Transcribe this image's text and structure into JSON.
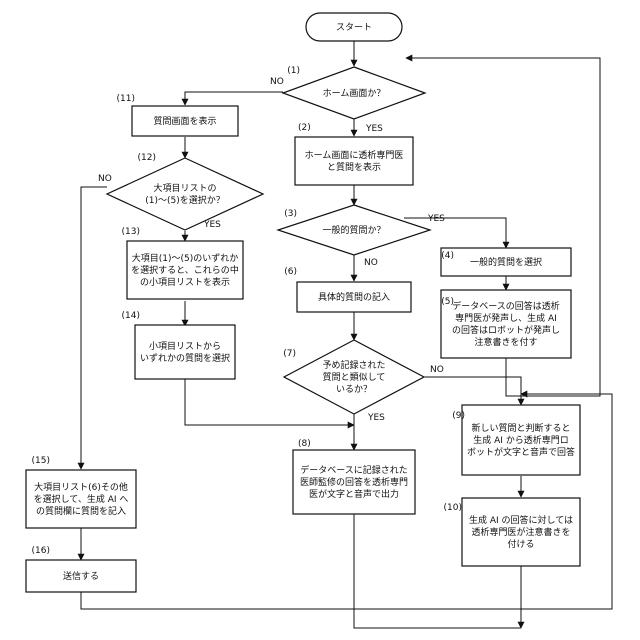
{
  "flowchart": {
    "nodes": [
      {
        "id": "start",
        "type": "terminal",
        "number": "",
        "lines": [
          "スタート"
        ]
      },
      {
        "id": "n1",
        "type": "decision",
        "number": "(1)",
        "lines": [
          "ホーム画面か？"
        ]
      },
      {
        "id": "n2",
        "type": "process",
        "number": "(2)",
        "lines": [
          "ホーム画面に透析専門医",
          "と質問を表示"
        ]
      },
      {
        "id": "n3",
        "type": "decision",
        "number": "(3)",
        "lines": [
          "一般的質問か？"
        ]
      },
      {
        "id": "n4",
        "type": "process",
        "number": "(4)",
        "lines": [
          "一般的質問を選択"
        ]
      },
      {
        "id": "n5",
        "type": "process",
        "number": "(5)",
        "lines": [
          "データベースの回答は透析",
          "専門医が発声し、生成 AI",
          "の回答はロボットが発声し",
          "注意書きを付す"
        ]
      },
      {
        "id": "n6",
        "type": "process",
        "number": "(6)",
        "lines": [
          "具体的質問の記入"
        ]
      },
      {
        "id": "n7",
        "type": "decision",
        "number": "(7)",
        "lines": [
          "予め記録された",
          "質問と類似して",
          "いるか？"
        ]
      },
      {
        "id": "n8",
        "type": "process",
        "number": "(8)",
        "lines": [
          "データベースに記録された",
          "医師監修の回答を透析専門",
          "医が文字と音声で出力"
        ]
      },
      {
        "id": "n9",
        "type": "process",
        "number": "(9)",
        "lines": [
          "新しい質問と判断すると",
          "生成 AI から透析専門ロ",
          "ボットが文字と音声で回答"
        ]
      },
      {
        "id": "n10",
        "type": "process",
        "number": "(10)",
        "lines": [
          "生成 AI の回答に対しては",
          "透析専門医が注意書きを",
          "付ける"
        ]
      },
      {
        "id": "n11",
        "type": "process",
        "number": "(11)",
        "lines": [
          "質問画面を表示"
        ]
      },
      {
        "id": "n12",
        "type": "decision",
        "number": "(12)",
        "lines": [
          "大項目リストの",
          "(1)～(5)を選択か？"
        ]
      },
      {
        "id": "n13",
        "type": "process",
        "number": "(13)",
        "lines": [
          "大項目(1)～(5)のいずれか",
          "を選択すると、これらの中",
          "の小項目リストを表示"
        ]
      },
      {
        "id": "n14",
        "type": "process",
        "number": "(14)",
        "lines": [
          "小項目リストから",
          "いずれかの質問を選択"
        ]
      },
      {
        "id": "n15",
        "type": "process",
        "number": "(15)",
        "lines": [
          "大項目リスト(6)その他",
          "を選択して、生成 AI へ",
          "の質問欄に質問を記入"
        ]
      },
      {
        "id": "n16",
        "type": "process",
        "number": "(16)",
        "lines": [
          "送信する"
        ]
      }
    ],
    "edge_labels": [
      {
        "id": "l1",
        "text": "NO"
      },
      {
        "id": "l2",
        "text": "YES"
      },
      {
        "id": "l3",
        "text": "YES"
      },
      {
        "id": "l4",
        "text": "NO"
      },
      {
        "id": "l5",
        "text": "NO"
      },
      {
        "id": "l6",
        "text": "YES"
      },
      {
        "id": "l7",
        "text": "NO"
      },
      {
        "id": "l8",
        "text": "YES"
      }
    ]
  }
}
